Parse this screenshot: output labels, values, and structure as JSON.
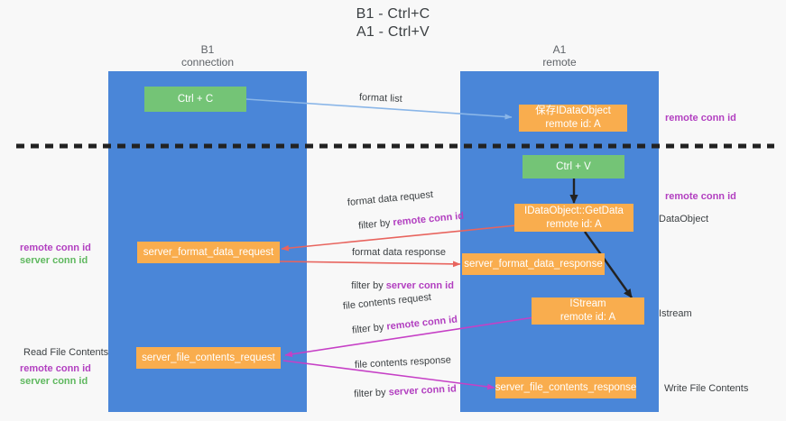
{
  "title": {
    "line1": "B1 - Ctrl+C",
    "line2": "A1 - Ctrl+V"
  },
  "columns": [
    {
      "name": "B1",
      "role": "connection"
    },
    {
      "name": "A1",
      "role": "remote"
    }
  ],
  "colors": {
    "lane": "#4a86d8",
    "green_box": "#74c476",
    "orange_box": "#f9ad4e",
    "accent_remote": "#b23fc0",
    "accent_server": "#5fb85f",
    "arrow_blue": "#8ab6e8",
    "arrow_red": "#e8645e",
    "arrow_magenta": "#c640c6",
    "arrow_black": "#222222",
    "background": "#f8f8f8",
    "text": "#3c4043"
  },
  "boxes": {
    "ctrl_c": "Ctrl + C",
    "save_idataobject_line1": "保存IDataObject",
    "save_idataobject_line2": "remote id: A",
    "ctrl_v": "Ctrl + V",
    "getdata_line1": "IDataObject::GetData",
    "getdata_line2": "remote id: A",
    "server_format_data_request": "server_format_data_request",
    "server_format_data_response": "server_format_data_response",
    "istream_line1": "IStream",
    "istream_line2": "remote id: A",
    "server_file_contents_request": "server_file_contents_request",
    "server_file_contents_response": "server_file_contents_response"
  },
  "connector_labels": {
    "format_list": "format list",
    "format_data_request": "format data request",
    "format_data_request_filter_prefix": "filter by ",
    "format_data_request_filter_key": "remote conn id",
    "format_data_response": "format data response",
    "format_data_response_filter_prefix": "filter by ",
    "format_data_response_filter_key": "server conn id",
    "file_contents_request": "file contents request",
    "file_contents_request_filter_prefix": "filter by ",
    "file_contents_request_filter_key": "remote conn id",
    "file_contents_response": "file contents response",
    "file_contents_response_filter_prefix": "filter by ",
    "file_contents_response_filter_key": "server conn id"
  },
  "annotations": {
    "right_remote_conn_id_top": "remote conn id",
    "right_remote_conn_id_mid": "remote conn id",
    "dataobject": "DataObject",
    "istream": "Istream",
    "write_file_contents": "Write File Contents",
    "left_remote_conn_id": "remote conn id",
    "left_server_conn_id": "server conn id",
    "read_file_contents": "Read File Contents",
    "left_remote_conn_id_2": "remote conn id",
    "left_server_conn_id_2": "server conn id"
  }
}
